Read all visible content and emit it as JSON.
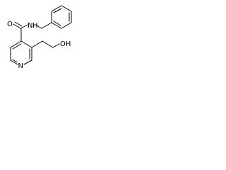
{
  "molecule": {
    "bonds": [
      {
        "id": "ring-c1-c2",
        "order": 1
      },
      {
        "id": "ring-c2-c3",
        "order": 2
      },
      {
        "id": "ring-c3-n",
        "order": 1
      },
      {
        "id": "ring-n-c5",
        "order": 2
      },
      {
        "id": "ring-c5-c6",
        "order": 1
      },
      {
        "id": "ring-c6-c1",
        "order": 2
      },
      {
        "id": "c1-carbonyl",
        "order": 1
      },
      {
        "id": "carbonyl-o",
        "order": 2
      },
      {
        "id": "carbonyl-nh",
        "order": 1
      },
      {
        "id": "nh-ch2",
        "order": 1
      },
      {
        "id": "ch2-benzyl",
        "order": 1
      },
      {
        "id": "benzyl-ring",
        "order": "aromatic"
      },
      {
        "id": "c2-ethyl-1",
        "order": 1
      },
      {
        "id": "ethyl-1-2",
        "order": 1
      },
      {
        "id": "ethyl-oh",
        "order": 1
      }
    ],
    "labels": {
      "carbonyl_oxygen": "O",
      "amide_nitrogen": "N",
      "amide_hydrogen": "H",
      "ring_nitrogen": "N",
      "hydroxyl": "OH"
    }
  }
}
